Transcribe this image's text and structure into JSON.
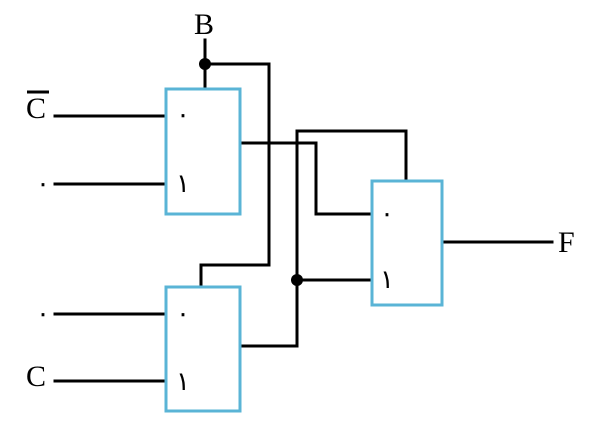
{
  "signals": {
    "B": "B",
    "C_bar": "C",
    "zero_top": "٠",
    "zero_bottom": "٠",
    "C": "C",
    "F": "F"
  },
  "mux_top": {
    "in0": "٠",
    "in1": "١"
  },
  "mux_bottom": {
    "in0": "٠",
    "in1": "١"
  },
  "mux_output": {
    "in0": "٠",
    "in1": "١"
  },
  "colors": {
    "mux_border": "#5ab4d6",
    "wire": "#000000"
  }
}
